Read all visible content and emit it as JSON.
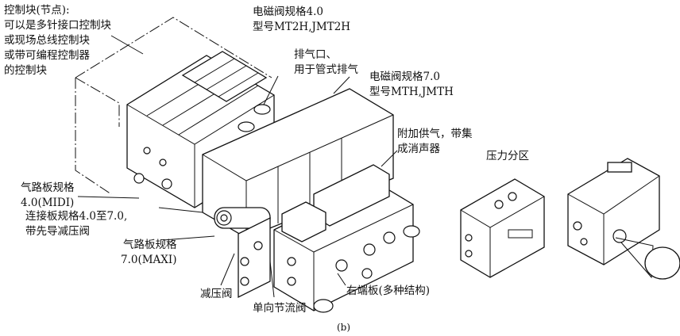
{
  "labels": {
    "control_block": [
      "控制块(节点):",
      "可以是多针接口控制块",
      "或现场总线控制块",
      "或带可编程控制器",
      "的控制块"
    ],
    "solenoid_4": [
      "电磁阀规格4.0",
      "型号MT2H,JMT2H"
    ],
    "exhaust_port": [
      "排气口、",
      "用于管式排气"
    ],
    "solenoid_7": [
      "电磁阀规格7.0",
      "型号MTH,JMTH"
    ],
    "extra_supply": [
      "附加供气，带集",
      "成消声器"
    ],
    "pressure_zone": "压力分区",
    "manifold_midi": [
      "气路板规格",
      "4.0(MIDI)"
    ],
    "adapter_plate": [
      "连接板规格4.0至7.0,",
      "带先导减压阀"
    ],
    "manifold_maxi": [
      "气路板规格",
      "7.0(MAXI)"
    ],
    "pressure_reducer": "减压阀",
    "flow_control": "单向节流阀",
    "right_end_plate": "右端板(多种结构)",
    "caption": "(b)"
  }
}
